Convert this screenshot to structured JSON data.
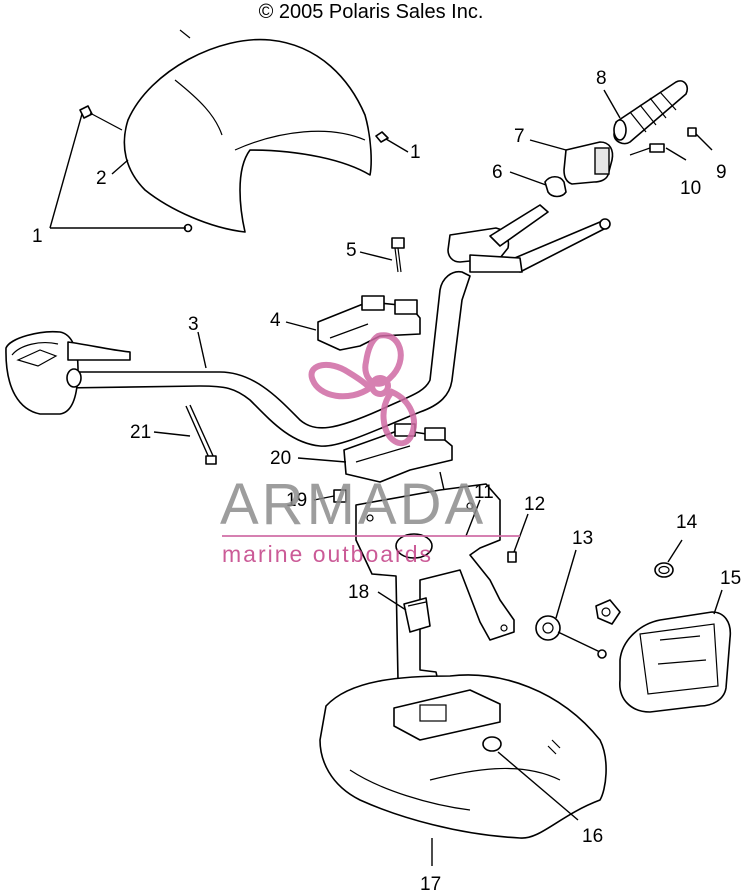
{
  "copyright": "© 2005 Polaris Sales Inc.",
  "watermark": {
    "brand": "ARMADA",
    "tagline": "marine outboards",
    "brand_color": "#8c8c8c",
    "accent_color": "#d06aa4"
  },
  "callouts": {
    "c1a": "1",
    "c1b": "1",
    "c2": "2",
    "c3": "3",
    "c4": "4",
    "c5": "5",
    "c6": "6",
    "c7": "7",
    "c8": "8",
    "c9": "9",
    "c10": "10",
    "c11": "11",
    "c12": "12",
    "c13": "13",
    "c14": "14",
    "c15": "15",
    "c16": "16",
    "c17": "17",
    "c18": "18",
    "c19": "19",
    "c20": "20",
    "c21": "21"
  }
}
